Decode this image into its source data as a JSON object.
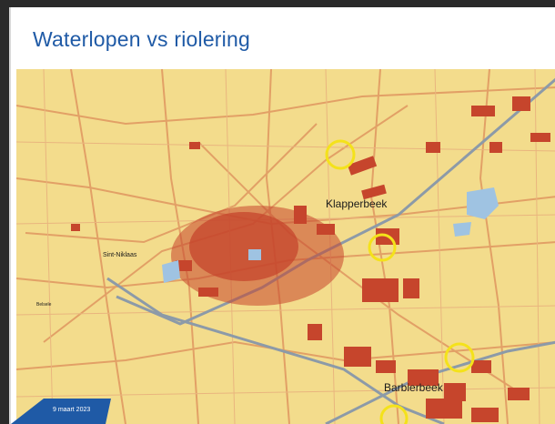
{
  "slide": {
    "title": "Waterlopen vs riolering",
    "date": "9 maart 2023"
  },
  "map": {
    "labels": {
      "klapperbeek": "Klapperbeek",
      "barbierbeek": "Barbierbeek",
      "sint_niklaas": "Sint-Niklaas",
      "belsele": "Belsele"
    }
  },
  "colors": {
    "title": "#1f5aa6",
    "map_background": "#f3dc8c",
    "built_up": "#c6452c",
    "road": "#e2a066",
    "railway": "#8c9aa8",
    "water": "#9fc3e2",
    "highlight_circle": "#f4e21a",
    "date_badge": "#1f5aa6"
  }
}
